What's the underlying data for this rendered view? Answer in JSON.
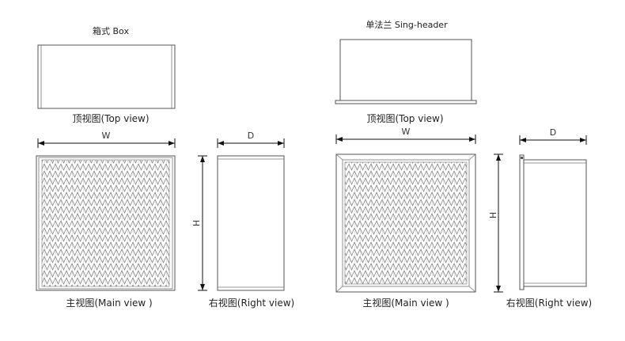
{
  "box": {
    "title": "箱式 Box",
    "top_label": "顶视图(Top view)",
    "main_label": "主视图(Main view )",
    "right_label": "右视图(Right view)",
    "dim_w": "W",
    "dim_h": "H",
    "dim_d": "D"
  },
  "header": {
    "title": "单法兰 Sing-header",
    "top_label": "顶视图(Top view)",
    "main_label": "主视图(Main view )",
    "right_label": "右视图(Right view)",
    "dim_w": "W",
    "dim_h": "H",
    "dim_d": "D"
  }
}
